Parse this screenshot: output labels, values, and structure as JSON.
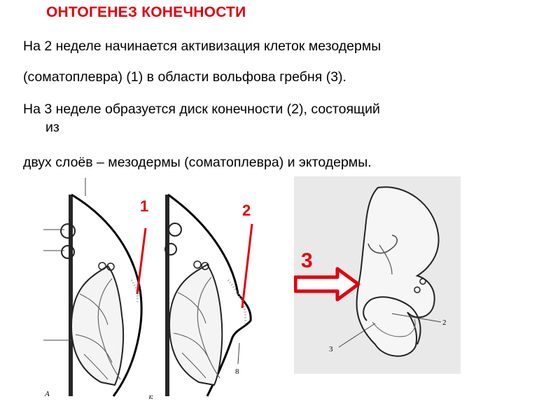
{
  "slide": {
    "title": "ОНТОГЕНЕЗ КОНЕЧНОСТИ",
    "lines": [
      "На 2 неделе начинается активизация клеток мезодермы",
      "(соматоплевра) (1) в области вольфова гребня (3).",
      "На 3 неделе образуется  диск конечности (2), состоящий",
      "из",
      "двух слоёв – мезодермы (соматоплевра) и эктодермы."
    ]
  },
  "figures": {
    "left": {
      "marker": "1",
      "letter": "А"
    },
    "middle": {
      "marker": "2",
      "letter": "Б",
      "number": "8"
    },
    "right": {
      "marker": "3",
      "label_2": "2",
      "label_3": "3"
    }
  },
  "colors": {
    "accent": "#e3000f",
    "text": "#000000"
  },
  "icons": {
    "arrow": "right-arrow-icon"
  }
}
